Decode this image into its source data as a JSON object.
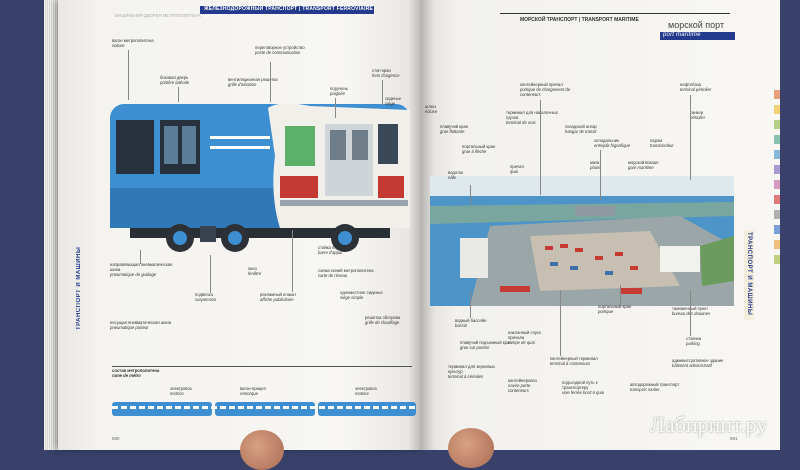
{
  "left_page": {
    "header": "ЖЕЛЕЗНОДОРОЖНЫЙ ТРАНСПОРТ",
    "header_fr": "TRANSPORT FERROVIAIRE",
    "sub_header": "МАШИНЕНИЯ ДВОРЕЯ МЕТРОПОЛИТЕНА",
    "labels": [
      {
        "ru": "вагон метрополитена",
        "fr": "voiture"
      },
      {
        "ru": "переговорное устройство",
        "fr": "poste de communication"
      },
      {
        "ru": "стоп-кран",
        "fr": "frein d'urgence"
      },
      {
        "ru": "боковая дверь",
        "fr": "portière latérale"
      },
      {
        "ru": "вентиляционная решетка",
        "fr": "grille d'aération"
      },
      {
        "ru": "поручень",
        "fr": "poignée"
      },
      {
        "ru": "сиденье",
        "fr": "siège"
      },
      {
        "ru": "направляющая пневматическая шина",
        "fr": "pneumatique de guidage"
      },
      {
        "ru": "окно",
        "fr": "fenêtre"
      },
      {
        "ru": "стойка поручня",
        "fr": "barre d'appui"
      },
      {
        "ru": "схема линий метрополитена",
        "fr": "carte de réseau"
      },
      {
        "ru": "подвеска",
        "fr": "suspension"
      },
      {
        "ru": "рекламный плакат",
        "fr": "affiche publicitaire"
      },
      {
        "ru": "одноместное сиденье",
        "fr": "siège simple"
      },
      {
        "ru": "несущая пневматическая шина",
        "fr": "pneumatique porteur"
      },
      {
        "ru": "решетка обогрева",
        "fr": "grille de chauffage"
      }
    ],
    "train_section": {
      "title": "состав метрополитена",
      "title_fr": "rame de métro"
    },
    "train_labels": [
      {
        "ru": "электровоз",
        "fr": "motrice"
      },
      {
        "ru": "вагон-прицеп",
        "fr": "remorque"
      },
      {
        "ru": "электровоз",
        "fr": "motrice"
      }
    ],
    "side_tab": "ТРАНСПОРТ И МАШИНЫ",
    "page_number": "590"
  },
  "right_page": {
    "header": "МОРСКОЙ ТРАНСПОРТ",
    "header_fr": "TRANSPORT MARITIME",
    "title": "морской порт",
    "title_fr": "port maritime",
    "labels_top": [
      {
        "ru": "нефтебаза",
        "fr": "terminal pétrolier"
      },
      {
        "ru": "танкер",
        "fr": "pétrolier"
      },
      {
        "ru": "контейнерный причал",
        "fr": "portique de chargement de conteneurs"
      },
      {
        "ru": "шлюз",
        "fr": "écluse"
      },
      {
        "ru": "терминал для навалочных грузов",
        "fr": "terminal de vrac"
      },
      {
        "ru": "складской ангар",
        "fr": "hangar de transit"
      },
      {
        "ru": "холодильник",
        "fr": "entrepôt frigorifique"
      },
      {
        "ru": "паром",
        "fr": "transbordeur"
      },
      {
        "ru": "плавучий кран",
        "fr": "grue flottante"
      },
      {
        "ru": "портальный кран",
        "fr": "grue à flèche"
      },
      {
        "ru": "причал",
        "fr": "quai"
      },
      {
        "ru": "маяк",
        "fr": "phare"
      },
      {
        "ru": "морской вокзал",
        "fr": "gare maritime"
      },
      {
        "ru": "водоток",
        "fr": "nâle"
      }
    ],
    "labels_bottom": [
      {
        "ru": "портальный кран",
        "fr": "portique"
      },
      {
        "ru": "таможенный пункт",
        "fr": "bureau des douanes"
      },
      {
        "ru": "водный бассейн",
        "fr": "bassin"
      },
      {
        "ru": "наклонный спуск причала",
        "fr": "rampe de quai"
      },
      {
        "ru": "плавучий подъемный кран",
        "fr": "grue sur ponton"
      },
      {
        "ru": "стоянка",
        "fr": "parking"
      },
      {
        "ru": "терминал для зерновых культур",
        "fr": "terminal à céréales"
      },
      {
        "ru": "контейнерный терминал",
        "fr": "terminal à conteneurs"
      },
      {
        "ru": "административное здание",
        "fr": "bâtiment administratif"
      },
      {
        "ru": "контейнеровоз",
        "fr": "navire porte-conteneurs"
      },
      {
        "ru": "подъездной путь к транспортеру",
        "fr": "voie ferrée bord à quai"
      },
      {
        "ru": "автодорожный транспорт",
        "fr": "transport routier"
      }
    ],
    "page_number": "591"
  },
  "watermark": "Лабиринт.ру",
  "colors": {
    "cover": "#39416a",
    "header_blue": "#243a8c",
    "metro_blue": "#3d8fd2",
    "metro_red": "#c53a33",
    "water": "#4d94c8"
  }
}
